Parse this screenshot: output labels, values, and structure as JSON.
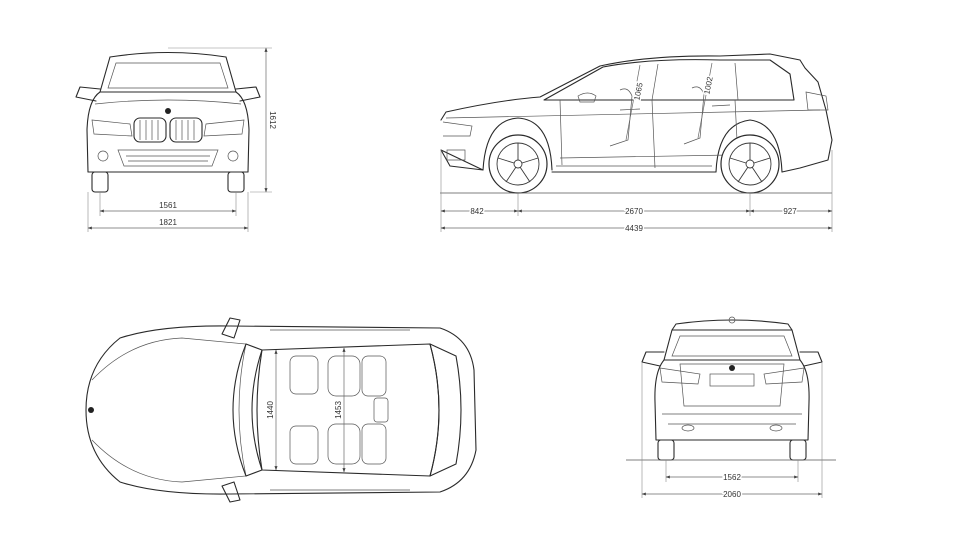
{
  "front_view": {
    "height": "1612",
    "track": "1561",
    "width": "1821"
  },
  "side_view": {
    "front_overhang": "842",
    "wheelbase": "2670",
    "rear_overhang": "927",
    "length": "4439",
    "front_headroom": "1065",
    "rear_headroom": "1002"
  },
  "top_view": {
    "front_shoulder_width": "1440",
    "rear_shoulder_width": "1453"
  },
  "rear_view": {
    "track": "1562",
    "width": "2060"
  }
}
